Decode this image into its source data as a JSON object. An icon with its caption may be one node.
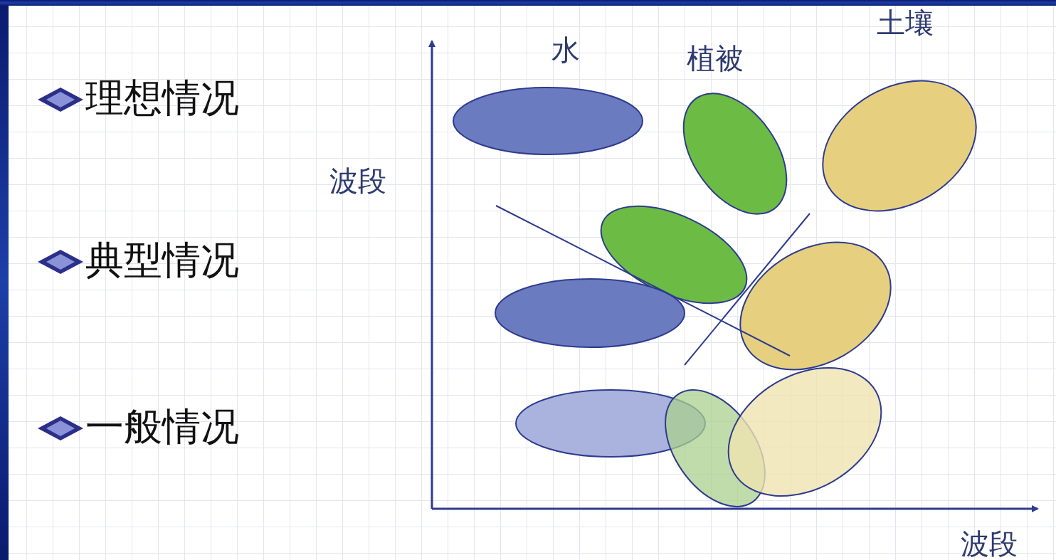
{
  "diagram": {
    "labels": [
      "土壤",
      "水",
      "植被",
      "理想情况",
      "波段",
      "典型情况",
      "一般情况",
      "波段"
    ]
  }
}
